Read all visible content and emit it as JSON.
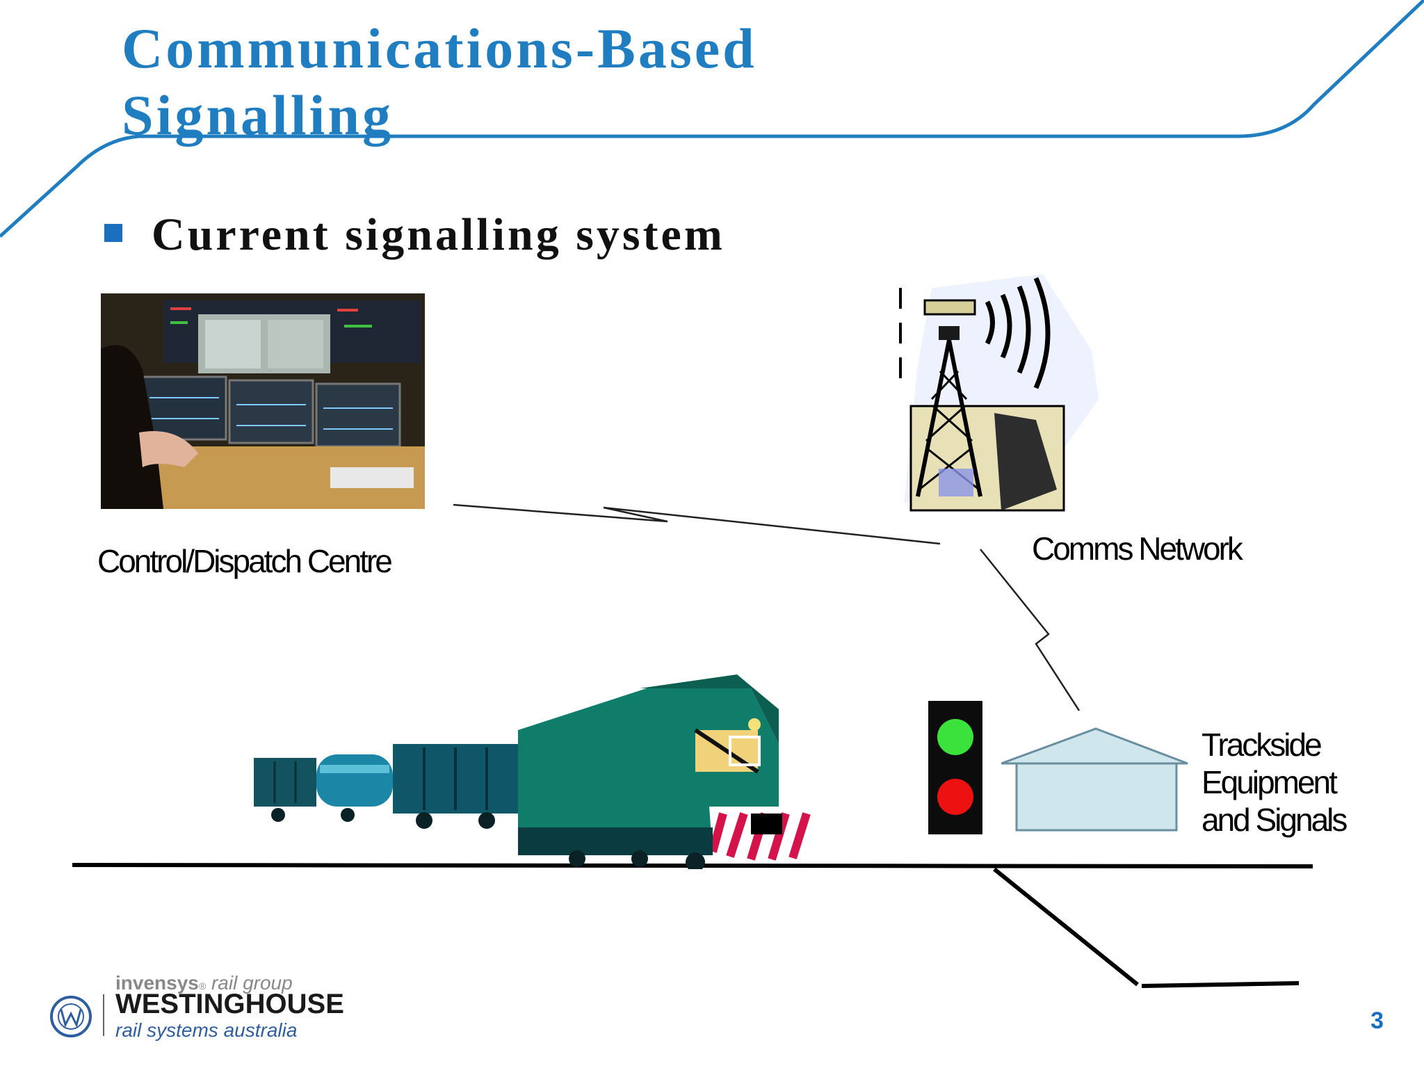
{
  "slide": {
    "title_line1": "Communications-Based",
    "title_line2": "Signalling",
    "bullet": "Current signalling system",
    "page_number": "3"
  },
  "labels": {
    "control_centre": "Control/Dispatch Centre",
    "comms_network": "Comms Network",
    "trackside_line1": "Trackside",
    "trackside_line2": "Equipment",
    "trackside_line3": "and Signals"
  },
  "logo": {
    "brand_invensys": "invensys",
    "rail_group": "rail group",
    "westinghouse": "WESTINGHOUSE",
    "subtitle": "rail systems australia"
  },
  "colors": {
    "accent_blue": "#1f7dc0",
    "signal_green": "#3be23b",
    "signal_red": "#ee1111",
    "train_green": "#0f7d6a",
    "hut_fill": "#cfe6ec"
  },
  "icons": [
    "radio-tower-icon",
    "train-icon",
    "traffic-signal-icon",
    "control-room-photo",
    "westinghouse-logo-icon"
  ]
}
